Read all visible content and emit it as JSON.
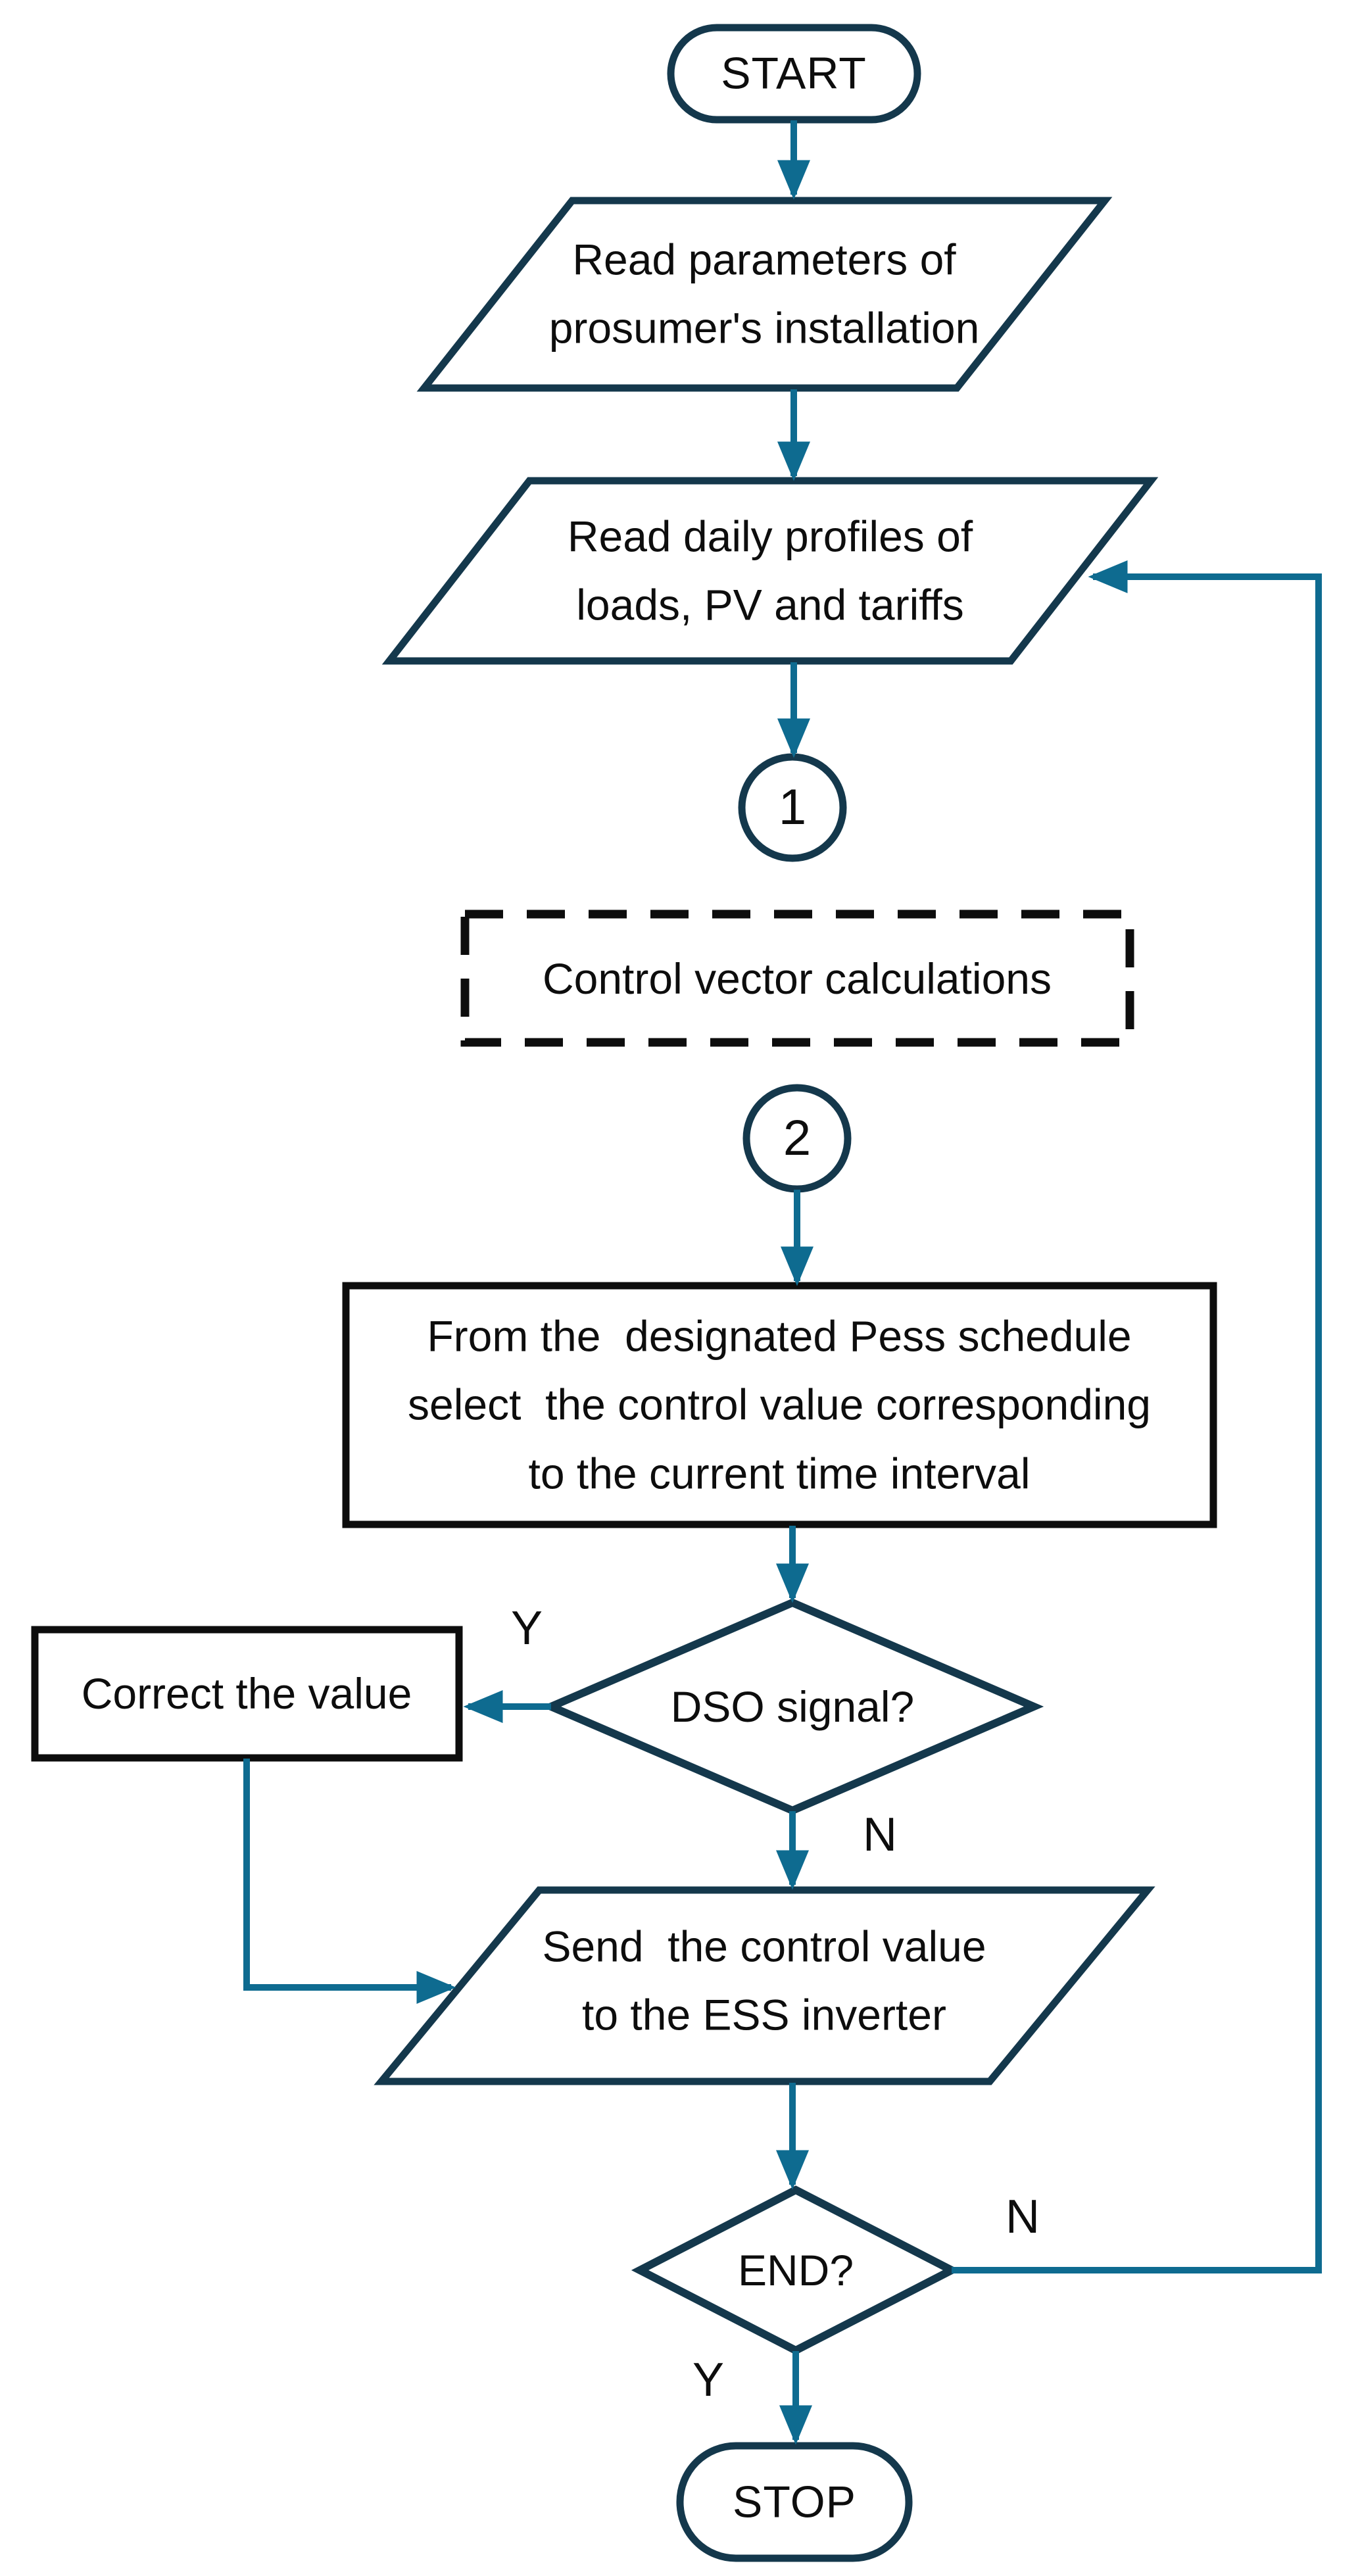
{
  "colors": {
    "border": "#14384c",
    "connector": "#0e6b90",
    "box": "#0d0d0d",
    "text": "#0d0d0d",
    "bg": "#ffffff"
  },
  "nodes": {
    "start": "START",
    "read_parameters": "Read parameters of\nprosumer's installation",
    "read_profiles": "Read daily profiles of\nloads, PV and tariffs",
    "connector_1": "1",
    "control_vector": "Control vector calculations",
    "connector_2": "2",
    "select_control": "From the  designated Pess schedule\nselect  the control value corresponding\nto the current time interval",
    "dso_signal": "DSO signal?",
    "correct_value": "Correct the value",
    "send_control": "Send  the control value\nto the ESS inverter",
    "end_check": "END?",
    "stop": "STOP"
  },
  "edge_labels": {
    "dso_yes": "Y",
    "dso_no": "N",
    "end_no": "N",
    "end_yes": "Y"
  }
}
